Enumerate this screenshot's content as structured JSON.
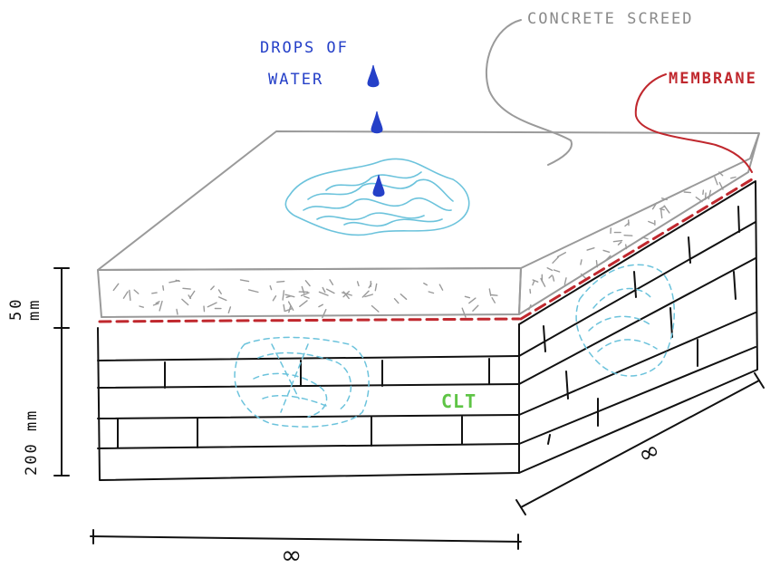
{
  "labels": {
    "drops_line1": "DROPS OF",
    "drops_line2": "WATER",
    "concrete": "CONCRETE SCREED",
    "membrane": "MEMBRANE",
    "clt": "CLT",
    "dim_50_num": "50",
    "dim_50_unit": "mm",
    "dim_200": "200 mm",
    "infinity_front": "∞",
    "infinity_side": "∞"
  },
  "colors": {
    "ink": "#111111",
    "concrete_outline": "#9a9a9a",
    "concrete_texture": "#9a9a9a",
    "membrane": "#c0282e",
    "water_light": "#6cc3dc",
    "water_drop": "#2540c8",
    "drops_text": "#2540c8",
    "clt_text": "#5ec445"
  }
}
